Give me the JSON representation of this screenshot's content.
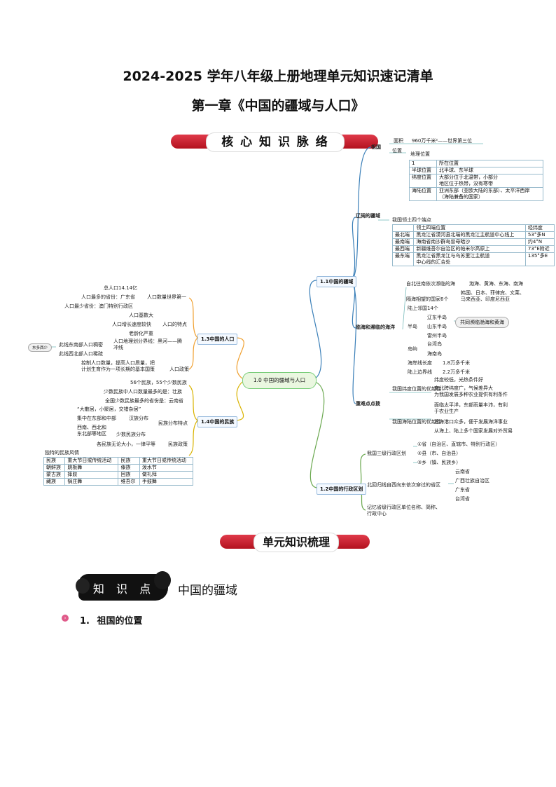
{
  "doc": {
    "title": "2024-2025 学年八年级上册地理单元知识速记清单",
    "subtitle": "第一章《中国的疆域与人口》",
    "banner1": "核 心 知 识 脉 络",
    "banner2": "单元知识梳理",
    "kp_badge": "知 识 点",
    "kp_title": "中国的疆域",
    "section1_num": "1.",
    "section1_title": "祖国的位置"
  },
  "mindmap": {
    "center": "1.0 中国的疆域与人口",
    "b_jiangyu": "1.1中国的疆域",
    "b_xingzheng": "1.2中国的行政区划",
    "b_renkou": "1.3中国的人口",
    "b_minzu": "1.4中国的民族",
    "zuguo": "祖国",
    "mianji": "面积",
    "mianji_val": "960万千米²——世界第三位",
    "weizhi": "位置",
    "dili_weizhi": "地理位置",
    "pos_table": [
      [
        "1",
        "所在位置"
      ],
      [
        "半球位置",
        "北半球、东半球"
      ],
      [
        "纬度位置",
        "大部分位于北温带，小部分\n地区位于热带，没有寒带"
      ],
      [
        "海陆位置",
        "亚洲东部（亚欧大陆的东部）、太平洋西岸\n（海陆兼备的国家）"
      ]
    ],
    "liaokuo": "辽阔的疆域",
    "sidian": "我国领土四个端点",
    "end_table": [
      [
        "",
        "领土四端位置",
        "经纬度"
      ],
      [
        "最北端",
        "黑龙江省漠河县北端的黑龙江主航道中心线上",
        "53°多N"
      ],
      [
        "最南端",
        "海南省南沙群岛曾母暗沙",
        "约4°N"
      ],
      [
        "最西端",
        "新疆维吾尔自治区的帕米尔高原上",
        "73°E附近"
      ],
      [
        "最东端",
        "黑龙江省黑龙江与乌苏里江主航道\n中心线的汇合处",
        "135°多E"
      ]
    ],
    "linhai_label": "自北往南依次濒临的海",
    "linhai_val": "渤海、黄海、东海、南海",
    "gehai_label": "隔海相望的国家6个",
    "gehai_val": "韩国、日本、菲律宾、文莱、\n马来西亚、印度尼西亚",
    "lubin": "临海和濒临的海洋",
    "lulin": "陆上邻国14个",
    "bandao": "半岛",
    "bandao_items": [
      "辽东半岛",
      "山东半岛",
      "雷州半岛"
    ],
    "bandao_note": "共同濒临渤海和黄海",
    "dao": "岛屿",
    "dao_items": [
      "台湾岛",
      "海南岛"
    ],
    "haian": "海岸线长度",
    "haian_val": "1.8万多千米",
    "lujie": "陆上边界线",
    "lujie_val": "2.2万多千米",
    "zhongnan": "重难点点拨",
    "wei_adv": "我国纬度位置的优越性",
    "wei_adv_items": [
      "纬度较低，光热条件好",
      "南北跨纬度广，气候差异大\n为我国发展多种农业提供有利条件"
    ],
    "hai_adv": "我国海陆位置的优越性",
    "hai_adv_items": [
      "面临太平洋，东部雨量丰沛，有利\n于农业生产",
      "沿海港口众多，便于发展海洋事业",
      "从海上、陆上多个国家发展对外贸易"
    ],
    "sanji": "我国三级行政区划",
    "sanji_items": [
      "①省（自治区、直辖市、特别行政区）",
      "②县（市、自治县）",
      "③乡（镇、民族乡）"
    ],
    "beihuigui": "北回归线自西向东依次穿过的省区",
    "beihuigui_items": [
      "云南省",
      "广西壮族自治区",
      "广东省",
      "台湾省"
    ],
    "jiyi": "记忆省级行政区单位名称、简称、\n行政中心",
    "rk_total": "总人口14.14亿",
    "rk_most": "人口最多的省份：广东省",
    "rk_first": "人口数量世界第一",
    "rk_least": "人口最少省份：澳门特别行政区",
    "rk_base": "人口基数大",
    "rk_slow": "人口增长速度较快",
    "rk_tedian": "人口的特点",
    "rk_aging": "老龄化严重",
    "rk_east": "此线东南部人口稠密",
    "rk_west": "此线西北部人口稀疏",
    "rk_line": "人口地理划分界线：黑河——腾\n冲线",
    "rk_dong": "东多西少",
    "rk_policy_text": "控制人口数量，提高人口质量，把\n计划生育作为一项长期的基本国策",
    "rk_policy": "人口政策",
    "mz_56": "56个民族，55个少数民族",
    "mz_most": "少数民族中人口数量最多的是：壮族",
    "mz_prov": "全国少数民族最多的省份是：云南省",
    "mz_tezheng": "“大散居，小聚居，交错杂居”",
    "mz_han_loc": "集中在东部和中部",
    "mz_han": "汉族分布",
    "mz_fenbu": "民族分布特点",
    "mz_xn": "西南、西北和\n东北部等地区",
    "mz_shao": "少数民族分布",
    "mz_equal": "各民族无论大小，一律平等",
    "mz_policy": "民族政策",
    "fengqing": "独特的民族风情",
    "fq_table": [
      [
        "民族",
        "重大节日或传统活动",
        "民族",
        "重大节日或传统活动"
      ],
      [
        "朝鲜族",
        "跳板舞",
        "傣族",
        "泼水节"
      ],
      [
        "蒙古族",
        "摔跤",
        "回族",
        "做礼拜"
      ],
      [
        "藏族",
        "锅庄舞",
        "维吾尔",
        "手鼓舞"
      ]
    ]
  },
  "colors": {
    "banner_red": "#c81e2c",
    "branch_blue": "#3a7fb8",
    "branch_green": "#6aa84f",
    "branch_orange": "#f0a030",
    "branch_yellow": "#d9b300"
  }
}
